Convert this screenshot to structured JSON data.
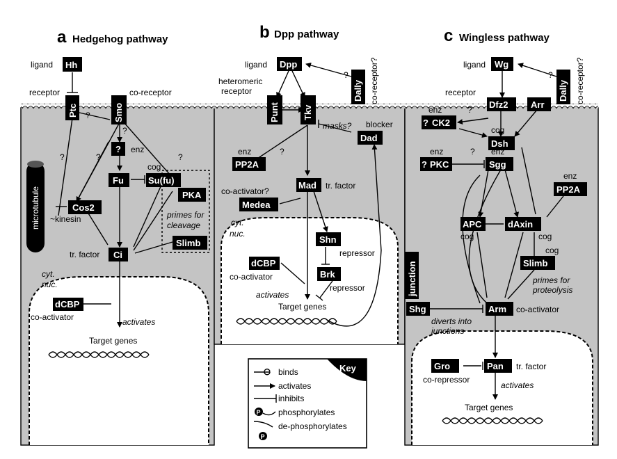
{
  "panels": {
    "a": {
      "letter": "a",
      "title": "Hedgehog pathway"
    },
    "b": {
      "letter": "b",
      "title": "Dpp pathway"
    },
    "c": {
      "letter": "c",
      "title": "Wingless pathway"
    }
  },
  "nodes": {
    "hh": "Hh",
    "ptc": "Ptc",
    "smo": "Smo",
    "enz_q": "?",
    "fu": "Fu",
    "sufu": "Su(fu)",
    "cos2": "Cos2",
    "pka": "PKA",
    "slimb_a": "Slimb",
    "ci": "Ci",
    "dcbp_a": "dCBP",
    "dpp": "Dpp",
    "punt": "Punt",
    "tkv": "Tkv",
    "dally_b": "Dally",
    "dad": "Dad",
    "pp2a_b": "PP2A",
    "mad": "Mad",
    "medea": "Medea",
    "shn": "Shn",
    "brk": "Brk",
    "dcbp_b": "dCBP",
    "wg": "Wg",
    "dally_c": "Dally",
    "dfz2": "Dfz2",
    "arr": "Arr",
    "ck2": "CK2",
    "dsh": "Dsh",
    "pkc": "PKC",
    "sgg": "Sgg",
    "pp2a_c": "PP2A",
    "apc": "APC",
    "daxin": "dAxin",
    "slimb_c": "Slimb",
    "shg": "Shg",
    "arm": "Arm",
    "gro": "Gro",
    "pan": "Pan",
    "junction": "junction"
  },
  "labels": {
    "a_ligand": "ligand",
    "a_receptor": "receptor",
    "a_coreceptor": "co-receptor",
    "a_enz": "enz",
    "a_cog": "cog",
    "a_microtubule": "microtubule",
    "a_kinesin": "~kinesin",
    "a_primes1": "primes for",
    "a_primes2": "cleavage",
    "a_trfactor": "tr. factor",
    "a_cyt": "cyt.",
    "a_nuc": "nuc.",
    "a_coact": "co-activator",
    "a_activates": "activates",
    "a_targets": "Target genes",
    "b_ligand": "ligand",
    "b_hetero1": "heteromeric",
    "b_hetero2": "receptor",
    "b_corec": "co-receptor?",
    "b_masks": "masks?",
    "b_blocker": "blocker",
    "b_enz": "enz",
    "b_trfactor": "tr. factor",
    "b_coactq": "co-activator?",
    "b_cyt": "cyt.",
    "b_nuc": "nuc.",
    "b_repressor1": "repressor",
    "b_repressor2": "repressor",
    "b_coact": "co-activator",
    "b_activates": "activates",
    "b_targets": "Target genes",
    "c_ligand": "ligand",
    "c_corec": "co-receptor?",
    "c_receptor": "receptor",
    "c_enz1": "enz",
    "c_cog1": "cog",
    "c_enz2": "enz",
    "c_enz3": "enz",
    "c_enz4": "enz",
    "c_cog2": "cog",
    "c_cog3": "cog",
    "c_cog4": "cog",
    "c_primes1": "primes for",
    "c_primes2": "proteolysis",
    "c_coact": "co-activator",
    "c_diverts1": "diverts into",
    "c_diverts2": "junctions",
    "c_trfactor": "tr. factor",
    "c_corep": "co-repressor",
    "c_activates": "activates",
    "c_targets": "Target genes",
    "q": "?"
  },
  "key": {
    "title": "Key",
    "items": [
      "binds",
      "activates",
      "inhibits",
      "phosphorylates",
      "de-phosphorylates"
    ]
  }
}
